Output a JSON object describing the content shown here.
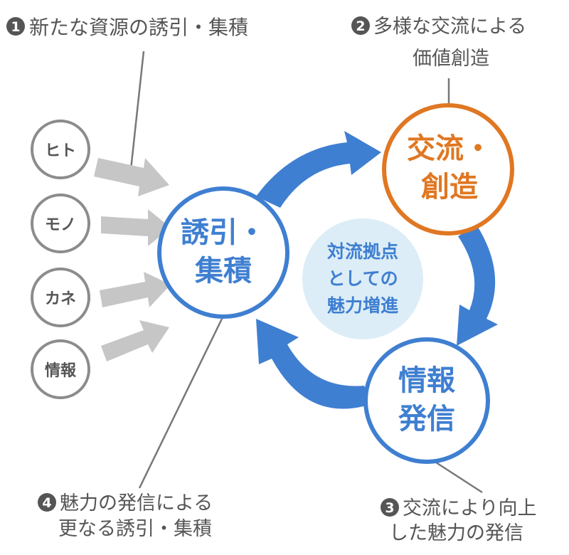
{
  "callouts": {
    "c1": {
      "num": "1",
      "line1": "新たな資源の誘引・集積"
    },
    "c2": {
      "num": "2",
      "line1": "多様な交流による",
      "line2": "価値創造"
    },
    "c3": {
      "num": "3",
      "line1": "交流により向上",
      "line2": "した魅力の発信"
    },
    "c4": {
      "num": "4",
      "line1": "魅力の発信による",
      "line2": "更なる誘引・集積"
    }
  },
  "resources": [
    "ヒト",
    "モノ",
    "カネ",
    "情報"
  ],
  "nodes": {
    "attract": {
      "line1": "誘引・",
      "line2": "集積"
    },
    "exchange": {
      "line1": "交流・",
      "line2": "創造"
    },
    "info": {
      "line1": "情報",
      "line2": "発信"
    }
  },
  "center": {
    "line1": "対流拠点",
    "line2": "としての",
    "line3": "魅力増進"
  },
  "colors": {
    "blue": "#3f7fd1",
    "orange": "#e07722",
    "gray_arrow": "#c6c6c6",
    "circle_gray": "#8c8c8c",
    "text_dark": "#555555",
    "center_fill": "#dcedf7"
  }
}
